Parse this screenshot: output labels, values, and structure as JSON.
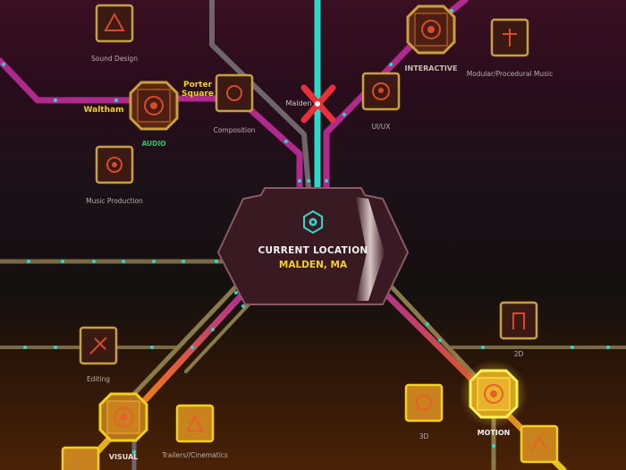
{
  "location_panel": {
    "title": "CURRENT LOCATION",
    "place": "MALDEN, MA"
  },
  "stations": {
    "waltham": "Waltham",
    "porter_square": "Porter Square",
    "malden": "Malden"
  },
  "nodes": {
    "sound_design": "Sound Design",
    "audio": "AUDIO",
    "composition": "Composition",
    "music_production": "Music Production",
    "interactive": "INTERACTIVE",
    "modular_procedural_music": "Modular/Procedural Music",
    "ui_ux": "UI/UX",
    "editing": "Editing",
    "visual": "VISUAL",
    "trailers_cinematics": "Trailers//Cinematics",
    "two_d": "2D",
    "three_d": "3D",
    "motion": "MOTION"
  },
  "colors": {
    "magenta_line": "#c0309a",
    "cyan_line": "#34d8c8",
    "gray_line": "#7a7074",
    "olive_line": "#8a7a4a",
    "yellow_node": "#e8c21a",
    "gold_frame": "#c8a040",
    "red_x": "#e8303a"
  }
}
